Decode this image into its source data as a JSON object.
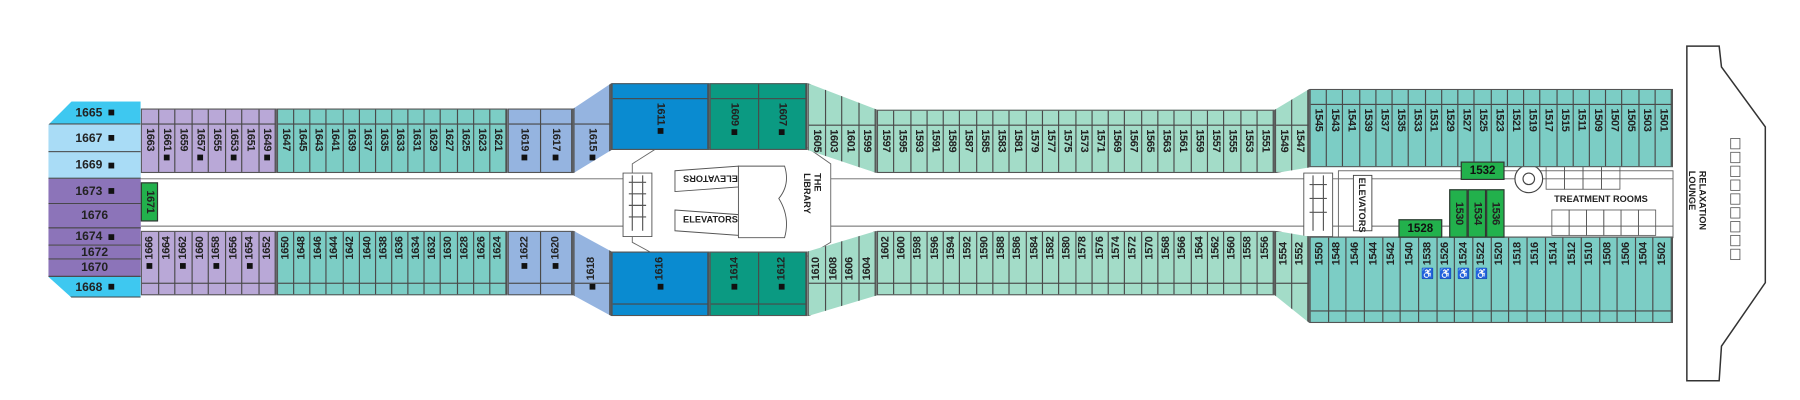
{
  "colors": {
    "purple": "#b9a8d7",
    "dark_purple": "#8c74b9",
    "teal": "#7ccdc5",
    "blue": "#95b4e0",
    "dark_blue": "#0a8bd0",
    "dark_teal": "#0b9a82",
    "light_green": "#a3dcc8",
    "cyan": "#3ec8f0",
    "light_cyan": "#a9dcf6",
    "green": "#22b14c"
  },
  "aft_end": [
    {
      "n": "1665",
      "m": true,
      "color": "cyan"
    },
    {
      "n": "1667",
      "m": true,
      "color": "light_cyan"
    },
    {
      "n": "1669",
      "m": true,
      "color": "light_cyan"
    },
    {
      "n": "1673",
      "m": true,
      "color": "dark_purple"
    },
    {
      "n": "1676",
      "m": false,
      "color": "dark_purple"
    },
    {
      "n": "1674",
      "m": true,
      "color": "dark_purple"
    },
    {
      "n": "1672",
      "m": false,
      "color": "dark_purple"
    },
    {
      "n": "1670",
      "m": false,
      "color": "dark_purple"
    },
    {
      "n": "1668",
      "m": true,
      "color": "cyan"
    }
  ],
  "segments": {
    "aft_top_purple": [
      {
        "n": "1663"
      },
      {
        "n": "1661",
        "m": true
      },
      {
        "n": "1659"
      },
      {
        "n": "1657",
        "m": true
      },
      {
        "n": "1655"
      },
      {
        "n": "1653",
        "m": true
      },
      {
        "n": "1651"
      },
      {
        "n": "1649",
        "m": true
      }
    ],
    "aft_top_teal": [
      {
        "n": "1647"
      },
      {
        "n": "1645"
      },
      {
        "n": "1643"
      },
      {
        "n": "1641"
      },
      {
        "n": "1639"
      },
      {
        "n": "1637"
      },
      {
        "n": "1635"
      },
      {
        "n": "1633"
      },
      {
        "n": "1631"
      },
      {
        "n": "1629"
      },
      {
        "n": "1627"
      },
      {
        "n": "1625"
      },
      {
        "n": "1623"
      },
      {
        "n": "1621"
      }
    ],
    "aft_top_blue": [
      {
        "n": "1619",
        "m": true
      },
      {
        "n": "1617",
        "m": true
      }
    ],
    "aft_top_slant": [
      {
        "n": "1615",
        "m": true
      }
    ],
    "mid_top_blue": [
      {
        "n": "1611",
        "m": true
      }
    ],
    "mid_top_teal": [
      {
        "n": "1609",
        "m": true
      },
      {
        "n": "1607",
        "m": true
      }
    ],
    "mid_top_slant": [
      {
        "n": "1605"
      },
      {
        "n": "1603"
      },
      {
        "n": "1601"
      },
      {
        "n": "1599"
      }
    ],
    "long_top": [
      {
        "n": "1597"
      },
      {
        "n": "1595"
      },
      {
        "n": "1593"
      },
      {
        "n": "1591"
      },
      {
        "n": "1589"
      },
      {
        "n": "1587"
      },
      {
        "n": "1585"
      },
      {
        "n": "1583"
      },
      {
        "n": "1581"
      },
      {
        "n": "1579"
      },
      {
        "n": "1577"
      },
      {
        "n": "1575"
      },
      {
        "n": "1573"
      },
      {
        "n": "1571"
      },
      {
        "n": "1569"
      },
      {
        "n": "1567"
      },
      {
        "n": "1565"
      },
      {
        "n": "1563"
      },
      {
        "n": "1561"
      },
      {
        "n": "1559"
      },
      {
        "n": "1557"
      },
      {
        "n": "1555"
      },
      {
        "n": "1553"
      },
      {
        "n": "1551"
      }
    ],
    "fwd_top_slant": [
      {
        "n": "1549"
      },
      {
        "n": "1547"
      }
    ],
    "fwd_top": [
      {
        "n": "1545"
      },
      {
        "n": "1543"
      },
      {
        "n": "1541"
      },
      {
        "n": "1539"
      },
      {
        "n": "1537"
      },
      {
        "n": "1535"
      },
      {
        "n": "1533"
      },
      {
        "n": "1531"
      },
      {
        "n": "1529"
      },
      {
        "n": "1527"
      },
      {
        "n": "1525"
      },
      {
        "n": "1523"
      },
      {
        "n": "1521"
      },
      {
        "n": "1519"
      },
      {
        "n": "1517"
      },
      {
        "n": "1515"
      },
      {
        "n": "1511"
      },
      {
        "n": "1509"
      },
      {
        "n": "1507"
      },
      {
        "n": "1505"
      },
      {
        "n": "1503"
      },
      {
        "n": "1501"
      }
    ],
    "aft_bot_purple": [
      {
        "n": "1666",
        "m": true
      },
      {
        "n": "1664"
      },
      {
        "n": "1662",
        "m": true
      },
      {
        "n": "1660"
      },
      {
        "n": "1658",
        "m": true
      },
      {
        "n": "1656"
      },
      {
        "n": "1654",
        "m": true
      },
      {
        "n": "1652"
      }
    ],
    "aft_bot_teal": [
      {
        "n": "1650"
      },
      {
        "n": "1648"
      },
      {
        "n": "1646"
      },
      {
        "n": "1644"
      },
      {
        "n": "1642"
      },
      {
        "n": "1640"
      },
      {
        "n": "1638"
      },
      {
        "n": "1636"
      },
      {
        "n": "1634"
      },
      {
        "n": "1632"
      },
      {
        "n": "1630"
      },
      {
        "n": "1628"
      },
      {
        "n": "1626"
      },
      {
        "n": "1624"
      }
    ],
    "aft_bot_blue": [
      {
        "n": "1622",
        "m": true
      },
      {
        "n": "1620",
        "m": true
      }
    ],
    "aft_bot_slant": [
      {
        "n": "1618",
        "m": true
      }
    ],
    "mid_bot_blue": [
      {
        "n": "1616",
        "m": true
      }
    ],
    "mid_bot_teal": [
      {
        "n": "1614",
        "m": true
      },
      {
        "n": "1612",
        "m": true
      }
    ],
    "mid_bot_slant": [
      {
        "n": "1610"
      },
      {
        "n": "1608"
      },
      {
        "n": "1606"
      },
      {
        "n": "1604"
      }
    ],
    "long_bot": [
      {
        "n": "1602"
      },
      {
        "n": "1600"
      },
      {
        "n": "1598"
      },
      {
        "n": "1596"
      },
      {
        "n": "1594"
      },
      {
        "n": "1592"
      },
      {
        "n": "1590"
      },
      {
        "n": "1588"
      },
      {
        "n": "1586"
      },
      {
        "n": "1584"
      },
      {
        "n": "1582"
      },
      {
        "n": "1580"
      },
      {
        "n": "1578"
      },
      {
        "n": "1576"
      },
      {
        "n": "1574"
      },
      {
        "n": "1572"
      },
      {
        "n": "1570"
      },
      {
        "n": "1568"
      },
      {
        "n": "1566"
      },
      {
        "n": "1564"
      },
      {
        "n": "1562"
      },
      {
        "n": "1560"
      },
      {
        "n": "1558"
      },
      {
        "n": "1556"
      }
    ],
    "fwd_bot_slant": [
      {
        "n": "1554"
      },
      {
        "n": "1552"
      }
    ],
    "fwd_bot": [
      {
        "n": "1550"
      },
      {
        "n": "1548"
      },
      {
        "n": "1546"
      },
      {
        "n": "1544"
      },
      {
        "n": "1542"
      },
      {
        "n": "1540"
      },
      {
        "n": "1538",
        "acc": true
      },
      {
        "n": "1526",
        "acc": true
      },
      {
        "n": "1524",
        "acc": true
      },
      {
        "n": "1522",
        "acc": true
      },
      {
        "n": "1520"
      },
      {
        "n": "1518"
      },
      {
        "n": "1516"
      },
      {
        "n": "1514"
      },
      {
        "n": "1512"
      },
      {
        "n": "1510"
      },
      {
        "n": "1508"
      },
      {
        "n": "1506"
      },
      {
        "n": "1504"
      },
      {
        "n": "1502"
      }
    ]
  },
  "green_cabins": {
    "c1671": "1671",
    "c1532": "1532",
    "c1528": "1528",
    "c1530": "1530",
    "c1534": "1534",
    "c1536": "1536"
  },
  "labels": {
    "elevators_mid_top": "ELEVATORS",
    "elevators_mid_bottom": "ELEVATORS",
    "library": "THE LIBRARY",
    "elevators_fwd": "ELEVATORS",
    "treatment_rooms": "TREATMENT ROOMS",
    "relaxation_lounge": "RELAXATION LOUNGE"
  },
  "icons": {
    "marker": "square-marker",
    "accessible": "wheelchair-icon"
  }
}
